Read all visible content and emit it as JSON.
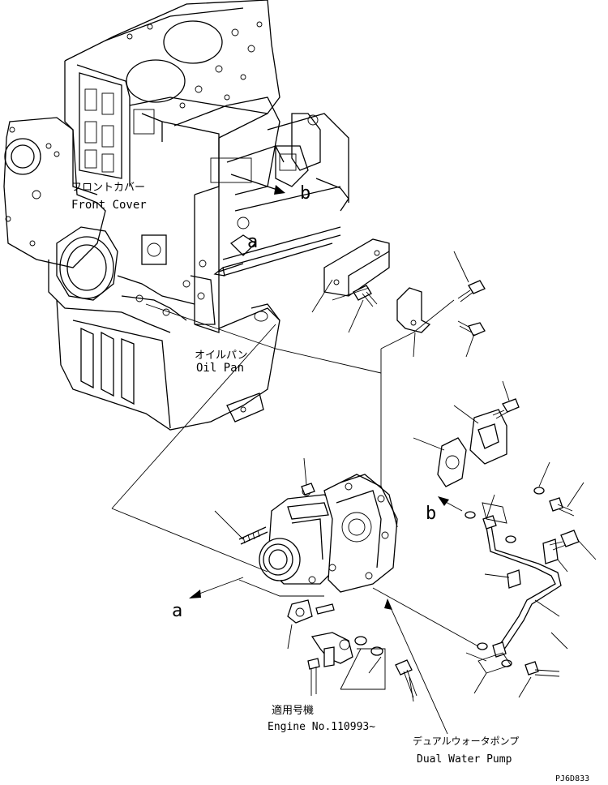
{
  "labels": {
    "front_cover_jp": "フロントカバー",
    "front_cover_en": "Front Cover",
    "oil_pan_jp": "オイルパン",
    "oil_pan_en": "Oil Pan",
    "engine_no_jp": "適用号機",
    "engine_no_en": "Engine No.110993~",
    "water_pump_jp": "デュアルウォータポンプ",
    "water_pump_en": "Dual Water Pump",
    "ref_a": "a",
    "ref_b": "b",
    "drawing_code": "PJ6D833"
  }
}
